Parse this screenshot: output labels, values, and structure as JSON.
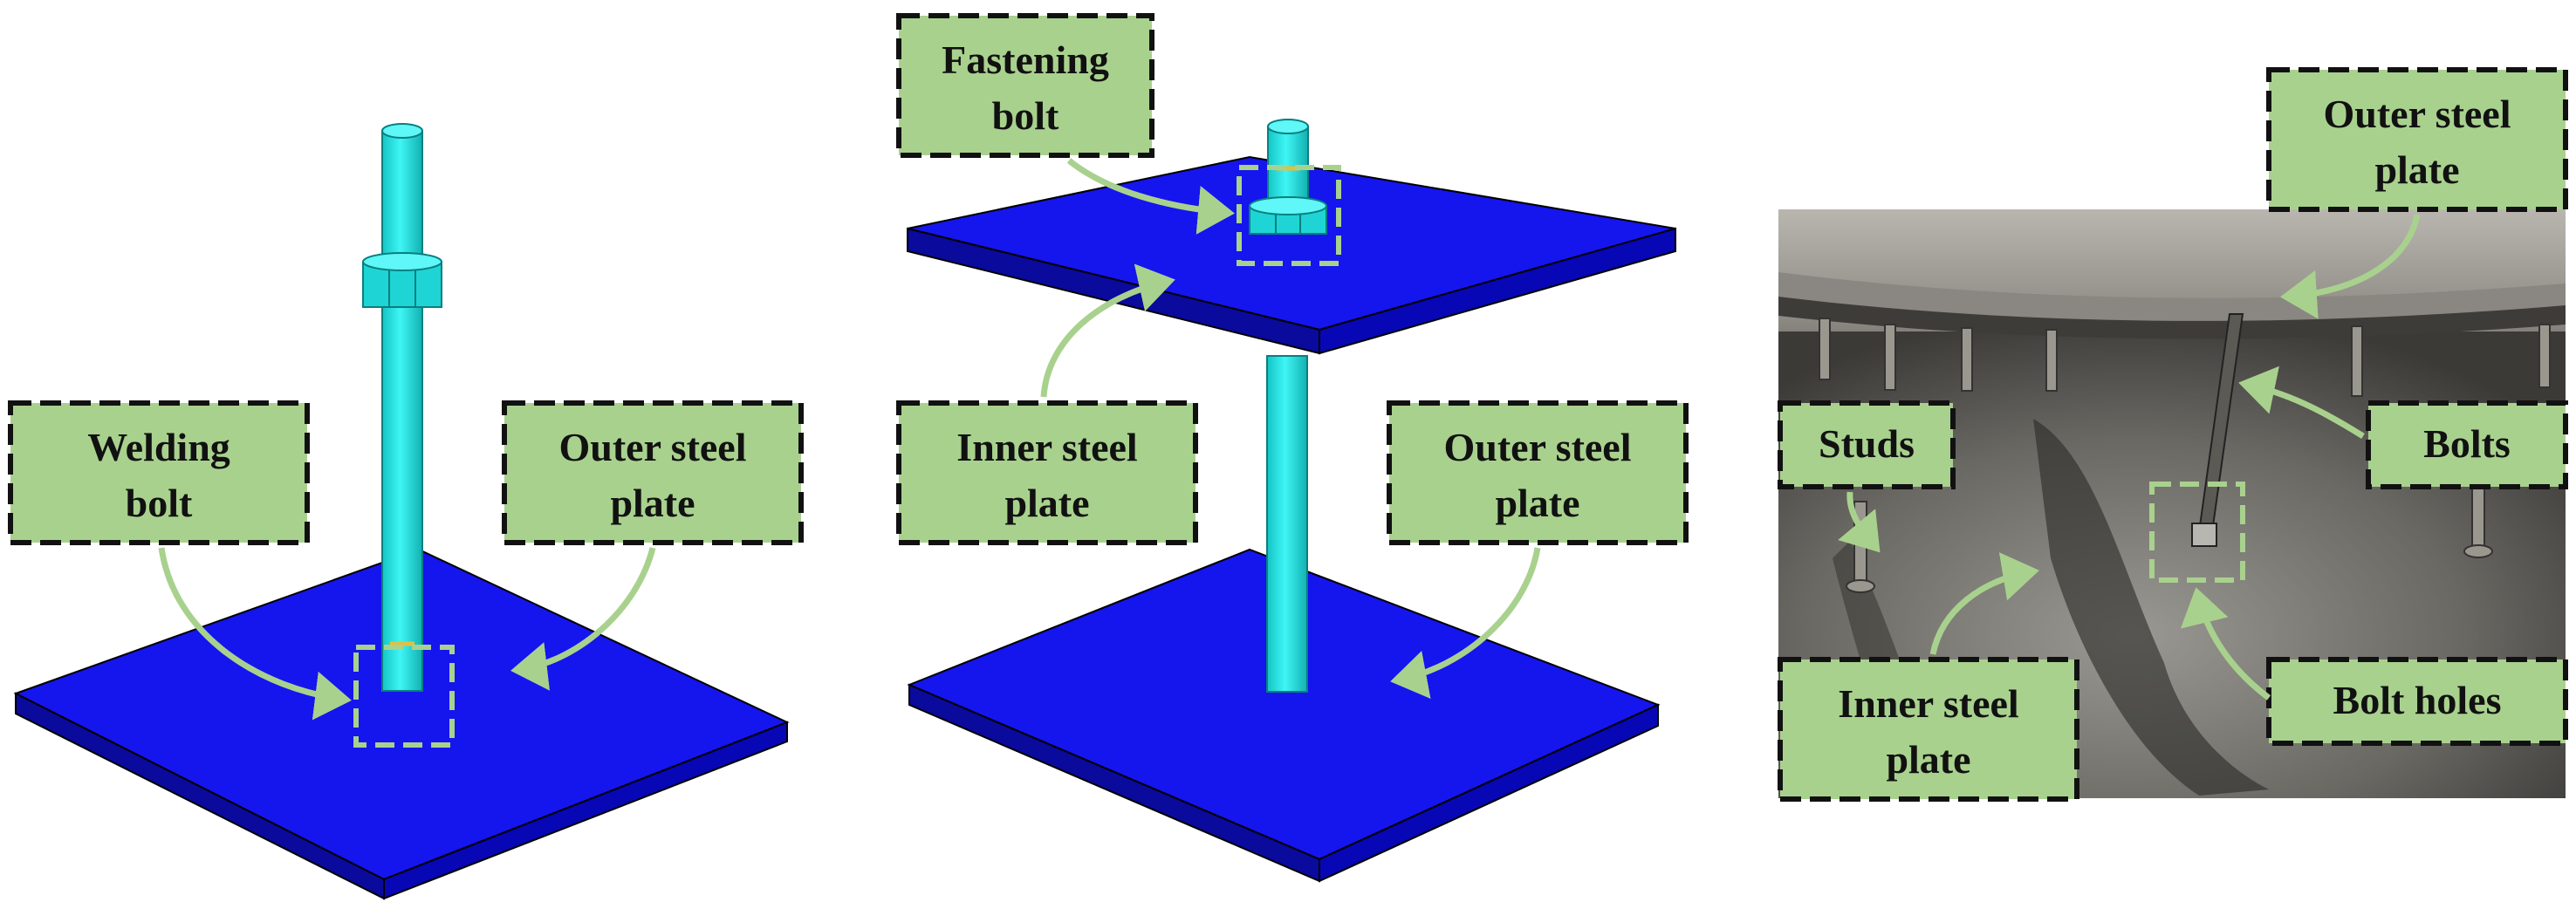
{
  "colors": {
    "plate_top": "#1515EE",
    "plate_side": "#0A0A9C",
    "bolt": "#1FEAEA",
    "callout_fill": "#A9D18E",
    "arrow": "#A9D18E",
    "dashed_border": "#111111",
    "photo_bg": "#6e6b66"
  },
  "panel_a": {
    "labels": {
      "welding_bolt": [
        "Welding",
        "bolt"
      ],
      "outer_plate": [
        "Outer steel",
        "plate"
      ]
    }
  },
  "panel_b": {
    "labels": {
      "fastening_bolt": [
        "Fastening",
        "bolt"
      ],
      "inner_plate": [
        "Inner steel",
        "plate"
      ],
      "outer_plate": [
        "Outer steel",
        "plate"
      ]
    }
  },
  "panel_c": {
    "labels": {
      "outer_plate": [
        "Outer steel",
        "plate"
      ],
      "studs": [
        "Studs"
      ],
      "bolts": [
        "Bolts"
      ],
      "inner_plate": [
        "Inner steel",
        "plate"
      ],
      "bolt_holes": [
        "Bolt holes"
      ]
    }
  }
}
